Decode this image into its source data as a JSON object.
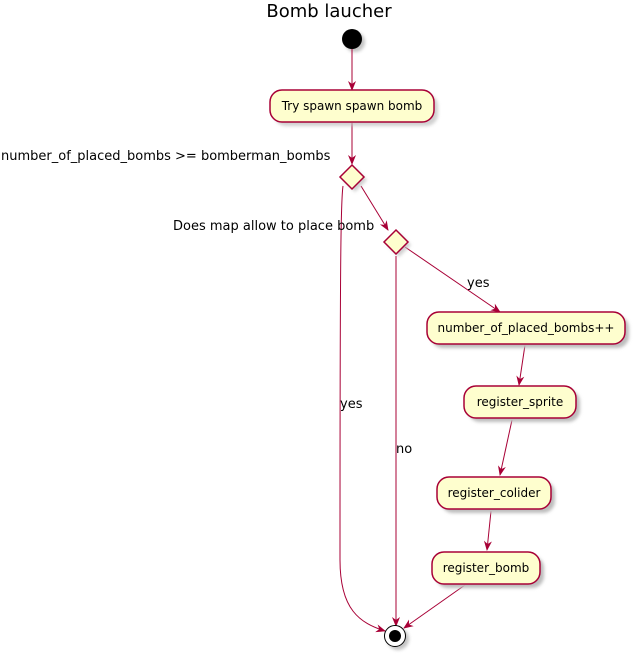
{
  "title": "Bomb laucher",
  "nodes": {
    "try_spawn": "Try spawn spawn bomb",
    "increment": "number_of_placed_bombs++",
    "register_sprite": "register_sprite",
    "register_colider": "register_colider",
    "register_bomb": "register_bomb"
  },
  "decisions": {
    "bombs_check": "number_of_placed_bombs >= bomberman_bombs",
    "map_check": "Does map allow to place bomb"
  },
  "edge_labels": {
    "bombs_yes": "yes",
    "map_yes": "yes",
    "map_no": "no"
  },
  "colors": {
    "node_fill": "#FEFECE",
    "node_border": "#A80036",
    "edge": "#A80036",
    "start": "#000000"
  }
}
